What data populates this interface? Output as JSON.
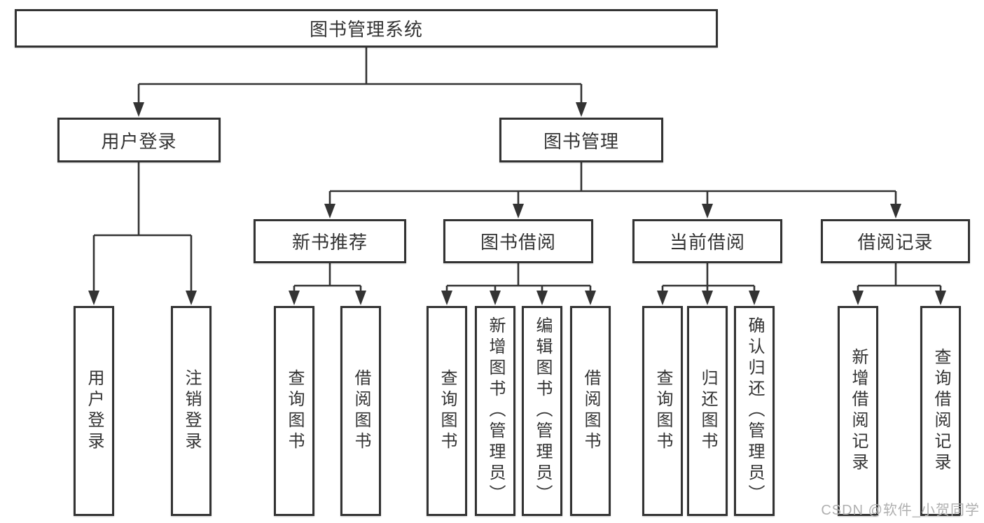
{
  "tree": {
    "root": {
      "label": "图书管理系统",
      "children": [
        {
          "label": "用户登录",
          "children": [
            {
              "label": "用户登录"
            },
            {
              "label": "注销登录"
            }
          ]
        },
        {
          "label": "图书管理",
          "children": [
            {
              "label": "新书推荐",
              "children": [
                {
                  "label": "查询图书"
                },
                {
                  "label": "借阅图书"
                }
              ]
            },
            {
              "label": "图书借阅",
              "children": [
                {
                  "label": "查询图书"
                },
                {
                  "label": "新增图书（管理员）"
                },
                {
                  "label": "编辑图书（管理员）"
                },
                {
                  "label": "借阅图书"
                }
              ]
            },
            {
              "label": "当前借阅",
              "children": [
                {
                  "label": "查询图书"
                },
                {
                  "label": "归还图书"
                },
                {
                  "label": "确认归还（管理员）"
                }
              ]
            },
            {
              "label": "借阅记录",
              "children": [
                {
                  "label": "新增借阅记录"
                },
                {
                  "label": "查询借阅记录"
                }
              ]
            }
          ]
        }
      ]
    }
  },
  "watermark": {
    "text": "CSDN @软件_小贺同学"
  },
  "colors": {
    "line": "#333333",
    "box_border": "#333333",
    "text": "#333333",
    "watermark": "#b0b0b0",
    "background": "#ffffff"
  }
}
